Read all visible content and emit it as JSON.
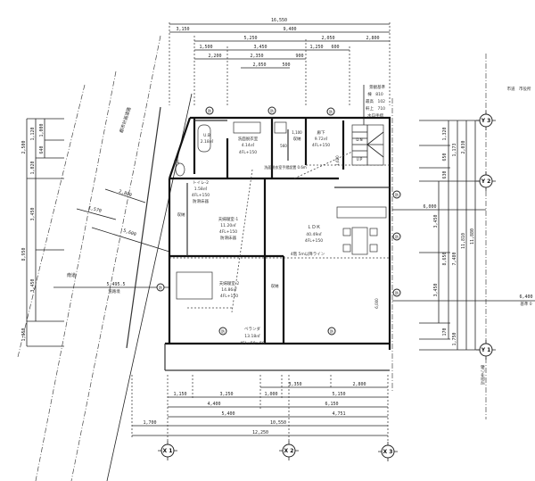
{
  "dims_top": {
    "total": "16,550",
    "row1": [
      "3,150",
      "9,400"
    ],
    "row2": [
      "5,250",
      "2,050",
      "2,800"
    ],
    "row3": [
      "1,500",
      "3,450",
      "1,250",
      "600"
    ],
    "row4": [
      "2,200",
      "2,350",
      "900"
    ],
    "row5": [
      "2,050",
      "500"
    ]
  },
  "dims_bottom": {
    "row1": [
      "3,350",
      "2,800"
    ],
    "row2": [
      "1,150",
      "3,250",
      "1,000",
      "5,150"
    ],
    "row3": [
      "4,400",
      "6,150"
    ],
    "row4": [
      "5,400",
      "4,751"
    ],
    "row5": [
      "1,700",
      "10,550"
    ],
    "row6": [
      "12,250"
    ]
  },
  "dims_left": [
    "2,500",
    "1,120",
    "1,000",
    "640",
    "1,020",
    "3,450",
    "8,950",
    "3,450",
    "1,350"
  ],
  "dims_right": [
    "1,320",
    "1,173",
    "2,030",
    "650",
    "630",
    "6,000",
    "3,450",
    "8,650",
    "7,480",
    "11,810",
    "11,880",
    "3,450",
    "170",
    "1,750"
  ],
  "dims_site": [
    "2,800",
    "1,570",
    "5,600",
    "5,495.5",
    "道路境"
  ],
  "level": {
    "value": "6,400",
    "label": "基準 0"
  },
  "grid": {
    "x": [
      "X 1",
      "X 2",
      "X 3"
    ],
    "y": [
      "Y 1",
      "Y 2",
      "Y 3"
    ]
  },
  "road_labels": {
    "diagonal": "都市計画道路",
    "left": "南道",
    "right_top": "市道　市役所",
    "right_vertical": "計画中心線"
  },
  "legend": [
    "景観基準",
    "棟　810",
    "最高　102",
    "軒上　710",
    "水勾手摺"
  ],
  "rooms": {
    "ub": {
      "name": "U.B",
      "area": "2.18㎡"
    },
    "washroom": {
      "name": "洗面脱衣室",
      "area": "4.14㎡",
      "fl": "4FL+150"
    },
    "storage_top": {
      "dim1": "1,100",
      "name": "収納",
      "dim2": "560"
    },
    "hall": {
      "name": "廊下",
      "area": "9.72㎡",
      "fl": "4FL+150"
    },
    "handrail": "洗面脱衣室手摺設置 0.6m",
    "ps": "P.S",
    "toilet": {
      "name": "トイレ-2",
      "area": "1.58㎡",
      "fl": "4FL+150",
      "note": "防滑床器"
    },
    "storage_left": "収納",
    "bed1": {
      "name": "夫婦寝室-1",
      "area": "11.20㎡",
      "fl": "4FL+150",
      "note": "防滑床器"
    },
    "ldk": {
      "name": "ＬＤＫ",
      "area": "40.49㎡",
      "fl": "4FL+150"
    },
    "line_note": "4階 5m以降ライン",
    "bed2": {
      "name": "夫婦寝室-2",
      "area": "14.86㎡",
      "fl": "4FL+150"
    },
    "storage_mid": "収納",
    "veranda": {
      "name": "ベランダ",
      "area": "13.18㎡",
      "fl": "4FL+50〜50"
    },
    "stair_up": "U.P",
    "stair_dn": "D.N",
    "ldk_dim": "6,000",
    "hall_dim": "1,620"
  },
  "detector_symbol": "防"
}
